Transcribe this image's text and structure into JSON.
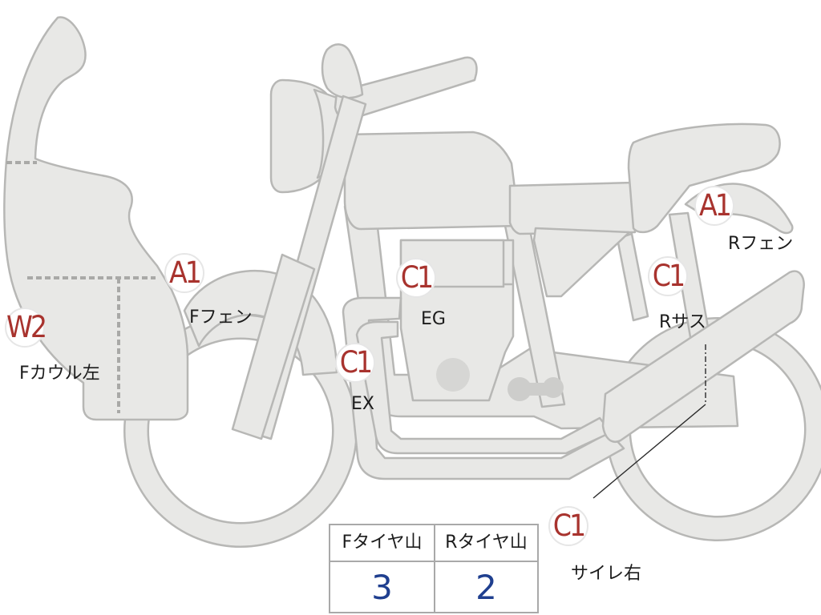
{
  "markers": {
    "w2": {
      "code": "W2",
      "label": "Fカウル左"
    },
    "a1_front": {
      "code": "A1",
      "label": "Fフェン"
    },
    "c1_eg": {
      "code": "C1",
      "label": "EG"
    },
    "c1_ex": {
      "code": "C1",
      "label": "EX"
    },
    "c1_rsus": {
      "code": "C1",
      "label": "Rサス"
    },
    "a1_rear": {
      "code": "A1",
      "label": "Rフェン"
    },
    "c1_muffler": {
      "code": "C1",
      "label": "サイレ右"
    }
  },
  "tire_table": {
    "front_header": "Fタイヤ山",
    "rear_header": "Rタイヤ山",
    "front_value": "3",
    "rear_value": "2"
  },
  "colors": {
    "part_fill": "#e8e8e6",
    "part_outline": "#b7b7b5",
    "marker_text": "#a8332e",
    "value_text": "#1f3f8f"
  }
}
